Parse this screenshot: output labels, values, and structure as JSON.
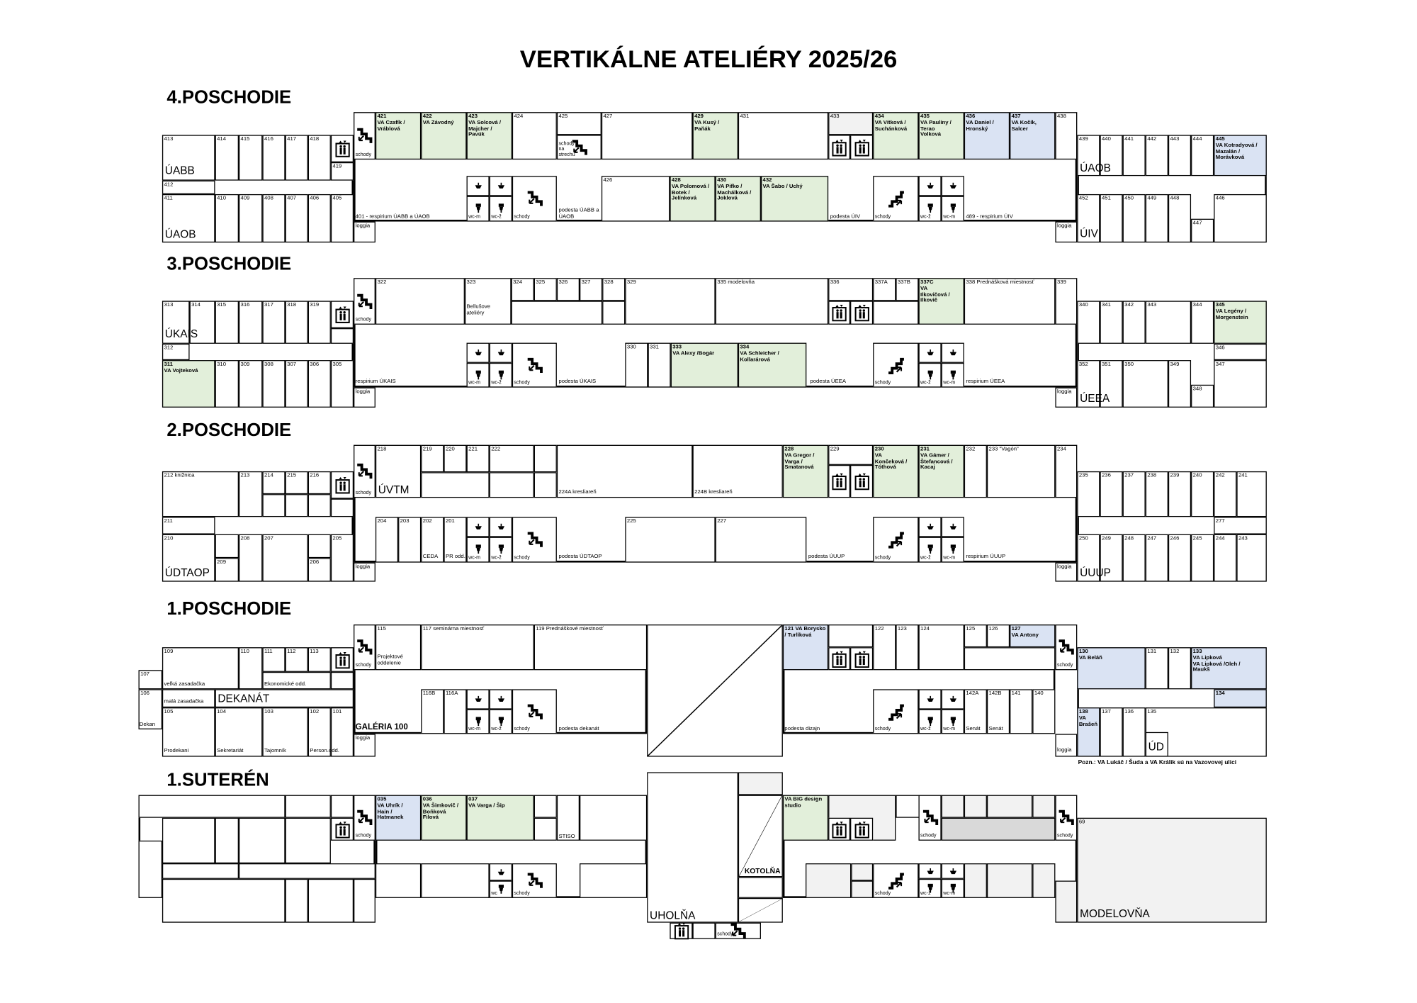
{
  "title": "VERTIKÁLNE ATELIÉRY 2025/26",
  "colors": {
    "studio_green": "#e2efda",
    "studio_blue": "#dae3f3",
    "service_gray": "#f2f2f2"
  },
  "floor4": {
    "heading": "4.POSCHODIE",
    "rooms": {
      "413": "413",
      "414": "414",
      "415": "415",
      "416": "416",
      "417": "417",
      "418": "418",
      "419": "419",
      "412": "412",
      "411": "411",
      "410": "410",
      "409": "409",
      "408": "408",
      "407": "407",
      "406": "406",
      "405": "405",
      "421": "421\nVA Czafík /\nVráblová",
      "422": "422\nVA Závodný",
      "423": "423\nVA Solcová /\nMajcher /\nPavúk",
      "424": "424",
      "425": "425",
      "427": "427",
      "429": "429\nVA Kusý /\nPaňák",
      "431": "431",
      "433": "433",
      "434": "434\nVA Vítková /\nSuchánková",
      "435": "435\nVA Paulíny /\nTerao\nVolková",
      "436": "436\nVA Daniel /\nHronský",
      "437": "437\nVA Kočík,\nSalcer",
      "438": "438",
      "426": "426",
      "428": "428\nVA Polomová /\nBotek /\nJelínková",
      "430": "430\nVA Pifko /\nMachálková /\nJoklová",
      "432": "432\nVA Šabo / Uchý",
      "439": "439",
      "440": "440",
      "441": "441",
      "442": "442",
      "443": "443",
      "444": "444",
      "445": "445\nVA Kotradyová /\nMazalán /\nMorávková",
      "446": "446",
      "447": "447",
      "448": "448",
      "449": "449",
      "450": "450",
      "451": "451",
      "452": "452"
    },
    "labels": {
      "dept_west_top": "ÚABB",
      "dept_west_bottom": "ÚAOB",
      "dept_east_top": "ÚAOB",
      "dept_east_bottom": "ÚIV",
      "stairs": "schody",
      "roof_stairs": "schody\nna\nstrechu",
      "wc_m": "wc-m",
      "wc_z": "wc-ž",
      "loggia": "loggia",
      "respirium_w": "401 - respirium ÚABB a ÚAOB",
      "podesta_w": "podesta ÚABB a ÚAOB",
      "podesta_e": "podesta ÚIV",
      "respirium_e": "489 - respirium ÚIV"
    }
  },
  "floor3": {
    "heading": "3.POSCHODIE",
    "rooms": {
      "313": "313",
      "314": "314",
      "315": "315",
      "316": "316",
      "317": "317",
      "318": "318",
      "319": "319",
      "312": "312",
      "311": "311\nVA Vojteková",
      "310": "310",
      "309": "309",
      "308": "308",
      "307": "307",
      "306": "306",
      "305": "305",
      "322": "322",
      "323": "323\n\n\n\nBellušove\nateliéry",
      "324": "324",
      "325": "325",
      "326": "326",
      "327": "327",
      "328": "328",
      "329": "329",
      "335": "335 modelovňa",
      "336": "336",
      "337A": "337A",
      "337B": "337B",
      "337C": "337C\nVA\nIlkovičová /\nIlkovič",
      "338": "338 Prednášková miestnosť",
      "339": "339",
      "330": "330",
      "331": "331",
      "333": "333\nVA Alexy /Bogár",
      "334": "334\nVA Schleicher /\nKollarárová",
      "340": "340",
      "341": "341",
      "342": "342",
      "343": "343",
      "344": "344",
      "345": "345\nVA Legény /\nMorgenstein",
      "346": "346",
      "347": "347",
      "348": "348",
      "349": "349",
      "350": "350",
      "351": "351",
      "352": "352"
    },
    "labels": {
      "dept_west": "ÚKAIS",
      "dept_east": "ÚEEA",
      "stairs": "schody",
      "wc_m": "wc-m",
      "wc_z": "wc-ž",
      "loggia": "loggia",
      "respirium_w": "respirium ÚKAIS",
      "podesta_w": "podesta ÚKAIS",
      "podesta_e": "podesta ÚEEA",
      "respirium_e": "respirium ÚEEA"
    }
  },
  "floor2": {
    "heading": "2.POSCHODIE",
    "rooms": {
      "212": "212 knižnica",
      "213": "213",
      "214": "214",
      "215": "215",
      "216": "216",
      "211": "211",
      "210": "210",
      "209": "209",
      "208": "208",
      "207": "207",
      "206": "206",
      "205": "205",
      "218": "218",
      "219": "219",
      "220": "220",
      "221": "221",
      "222": "222",
      "224A": "224A kresliareň",
      "224B": "224B kresliareň",
      "228": "228\nVA Gregor /\nVarga /\nSmatanová",
      "229": "229",
      "230": "230\nVA\nKončeková /\nTóthová",
      "231": "231\nVA Gámer /\nŠtefancová /\nKacaj",
      "232": "232",
      "233": "233 \"Vagón\"",
      "234": "234",
      "204": "204",
      "203": "203",
      "202": "202",
      "201": "201",
      "225": "225",
      "227": "227",
      "235": "235",
      "236": "236",
      "237": "237",
      "238": "238",
      "239": "239",
      "240": "240",
      "242": "242",
      "241": "241",
      "277": "277",
      "250": "250",
      "249": "249",
      "248": "248",
      "247": "247",
      "246": "246",
      "245": "245",
      "244": "244",
      "243": "243"
    },
    "labels": {
      "dept_center": "ÚVTM",
      "dept_west": "ÚDTAOP",
      "dept_east": "ÚUUP",
      "ceda": "CEDA",
      "pr": "PR odd.",
      "stairs": "schody",
      "wc_m": "wc-m",
      "wc_z": "wc-ž",
      "loggia": "loggia",
      "podesta_w": "podesta ÚDTAOP",
      "podesta_e": "podesta ÚUUP",
      "respirium_e": "respirium ÚUUP"
    }
  },
  "floor1": {
    "heading": "1.POSCHODIE",
    "rooms": {
      "107": "107",
      "106": "106",
      "109": "109",
      "110": "110",
      "111": "111",
      "112": "112",
      "113": "113",
      "105": "105",
      "104": "104",
      "103": "103",
      "102": "102",
      "101": "101",
      "115": "115",
      "117": "117 seminárna miestnosť",
      "119": "119 Prednáškové miestnosť",
      "116B": "116B",
      "116A": "116A",
      "121": "121 VA Borysko\n/ Turlíková",
      "122": "122",
      "123": "123",
      "124": "124",
      "125": "125",
      "126": "126",
      "127": "127\nVA Antony",
      "142A": "142A",
      "142B": "142B",
      "141": "141",
      "140": "140",
      "130": "130\nVA Beláň",
      "131": "131",
      "132": "132",
      "133": "133\nVA Lipková\nVA Lipková /Oleh /\nMaukš",
      "134": "134",
      "138": "138\nVA\nBrašeň",
      "137": "137",
      "136": "136",
      "135": "135"
    },
    "labels": {
      "dekan": "Dekan",
      "velka": "veľká zasadačka",
      "mala": "malá zasadačka",
      "ekonom": "Ekonomické odd.",
      "dekanat": "DEKANÁT",
      "prodekani": "Prodekani",
      "sekretariat": "Sekretariát",
      "tajomnik": "Tajomník",
      "person": "Person.odd.",
      "projekt": "Projektové\noddelenie",
      "galeria": "GALÉRIA 100",
      "podesta_dekanat": "podesta dekanát",
      "podesta_dizajn": "podesta dizajn",
      "senat": "Senát",
      "ud": "ÚD",
      "stairs": "schody",
      "wc_m": "wc-m",
      "wc_z": "wc-ž",
      "loggia": "loggia",
      "note": "Pozn.: VA Lukáč / Šuda a VA Králik sú na Vazovovej ulici"
    }
  },
  "basement": {
    "heading": "1.SUTERÉN",
    "rooms": {
      "035": "035\nVA Uhrík /\nHain /\nHatmanek",
      "036": "036\nVA Šimkovič /\nBoňková\nFilová",
      "037": "037\nVA Varga / Šip",
      "big": "VA BIG design\nstudio",
      "69": "69"
    },
    "labels": {
      "stiso": "STISO",
      "uholna": "UHOLŇA",
      "kotolna": "KOTOLŇA",
      "modelovna": "MODELOVŇA",
      "stairs": "schody",
      "wc": "wc",
      "wc_m": "wc-m",
      "wc_z": "wc-ž"
    }
  }
}
